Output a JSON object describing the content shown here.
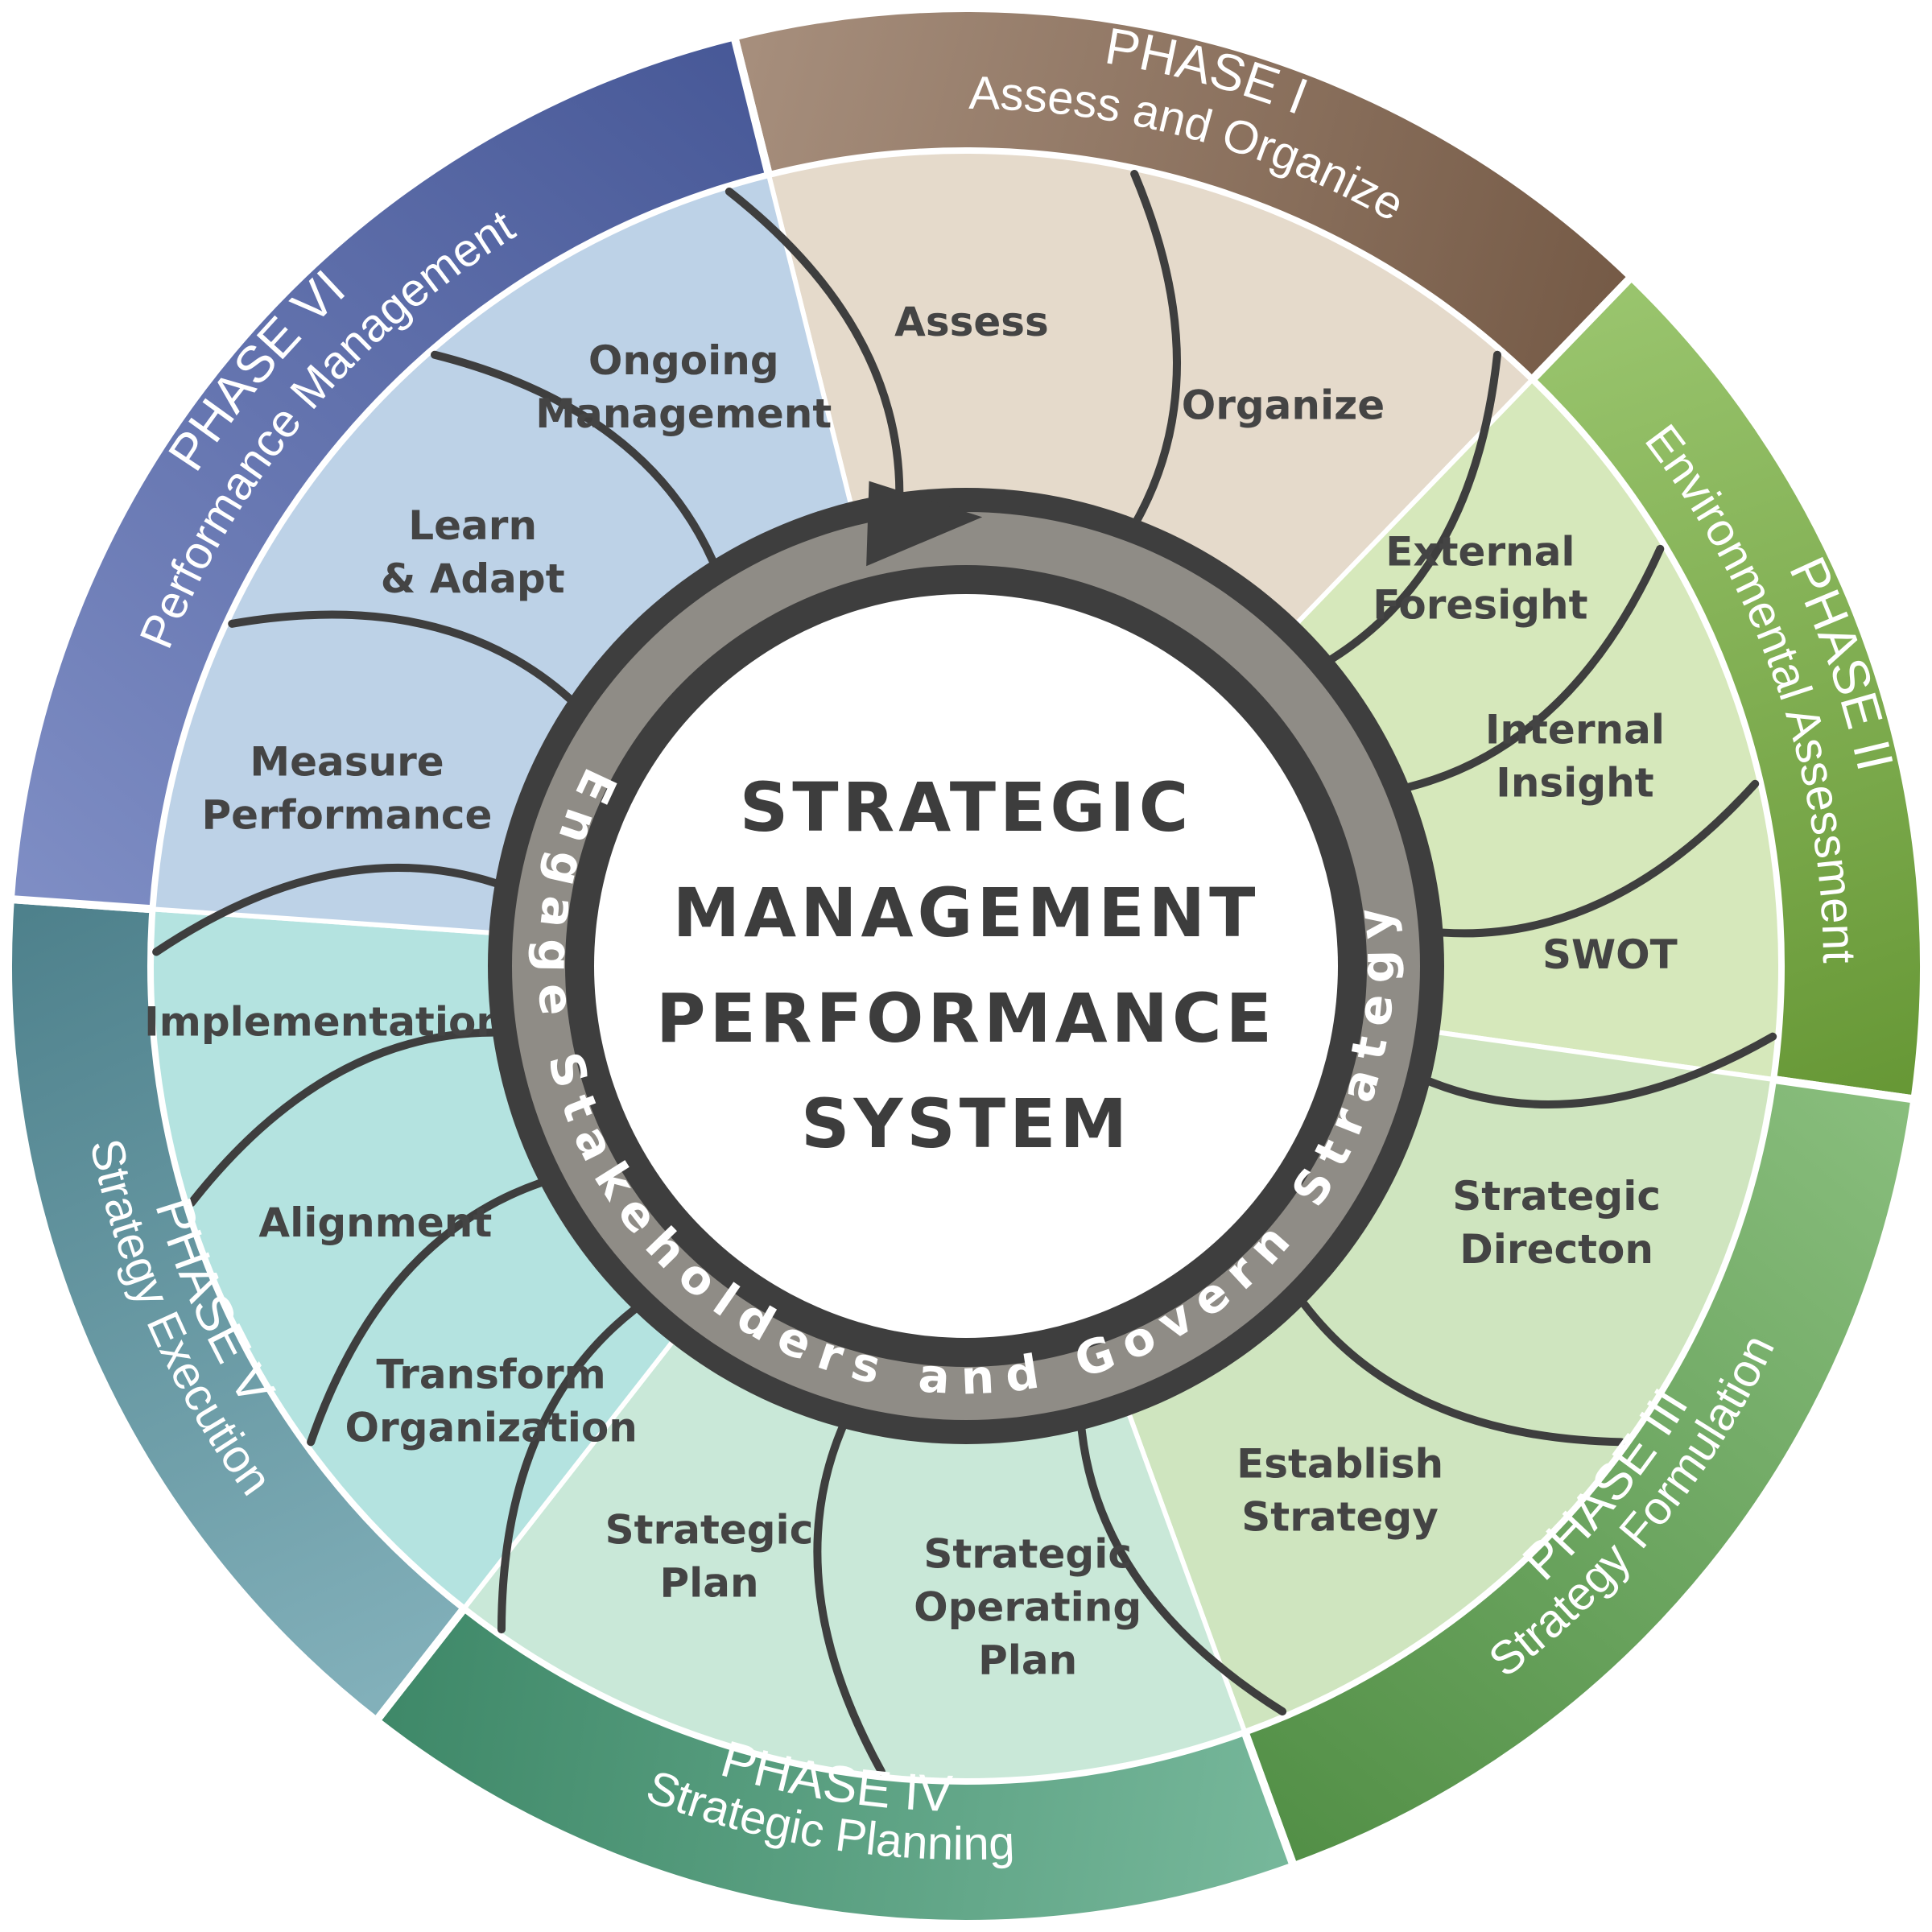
{
  "center": {
    "lines": [
      "STRATEGIC",
      "MANAGEMENT",
      "PERFORMANCE",
      "SYSTEM"
    ]
  },
  "ring": {
    "text": "Engage Stakeholders and Govern Strategy"
  },
  "phases": [
    {
      "id": "phase-1",
      "phase_label": "PHASE I",
      "title": "Assess and Organize",
      "color_outer": "#8a6a52",
      "color_inner": "#e5dacb",
      "steps": [
        [
          "Assess"
        ],
        [
          "Organize"
        ]
      ]
    },
    {
      "id": "phase-2",
      "phase_label": "PHASE II",
      "title": "Environmental Assessment",
      "color_outer": "#78b23e",
      "color_inner": "#d6e8bb",
      "steps": [
        [
          "External",
          "Foresight"
        ],
        [
          "Internal",
          "Insight"
        ],
        [
          "SWOT"
        ]
      ]
    },
    {
      "id": "phase-3",
      "phase_label": "PHASE III",
      "title": "Strategy Formulation",
      "color_outer": "#61a852",
      "color_inner": "#cfe5bf",
      "steps": [
        [
          "Strategic",
          "Directon"
        ],
        [
          "Establish",
          "Strategy"
        ]
      ]
    },
    {
      "id": "phase-4",
      "phase_label": "PHASE IV",
      "title": "Strategic Planning",
      "color_outer": "#49a07a",
      "color_inner": "#c9e8d8",
      "steps": [
        [
          "Strategic",
          "Plan"
        ],
        [
          "Strategic",
          "Operating",
          "Plan"
        ]
      ]
    },
    {
      "id": "phase-5",
      "phase_label": "PHASE V",
      "title": "Strategy Execution",
      "color_outer": "#5a97a4",
      "color_inner": "#b4e3e0",
      "steps": [
        [
          "Transform",
          "Organization"
        ],
        [
          "Alignment"
        ],
        [
          "Implementation"
        ]
      ]
    },
    {
      "id": "phase-6",
      "phase_label": "PHASE VI",
      "title": "Performance Management",
      "color_outer": "#5468b2",
      "color_inner": "#bdd2e7",
      "steps": [
        [
          "Measure",
          "Performance"
        ],
        [
          "Learn",
          "& Adapt"
        ],
        [
          "Ongoing",
          "Management"
        ]
      ]
    }
  ]
}
